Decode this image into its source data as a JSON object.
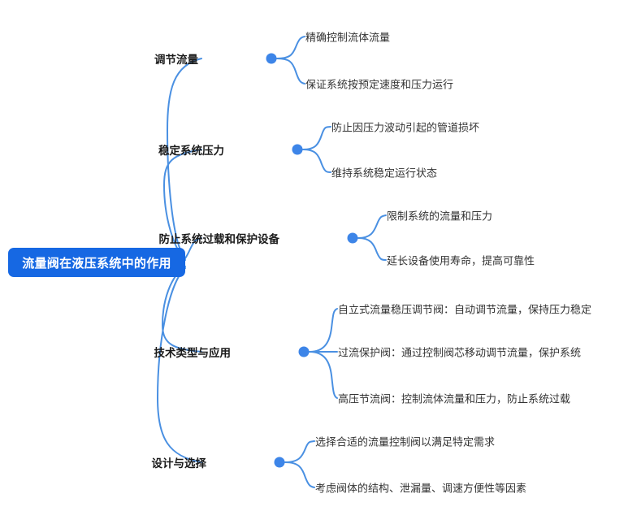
{
  "colors": {
    "root_fill": "#1668e3",
    "root_text": "#ffffff",
    "connector": "#4a90e2",
    "dot": "#3d85e8",
    "branch_text": "#1a1a1a",
    "leaf_text": "#333333",
    "background": "#ffffff"
  },
  "mindmap": {
    "root": {
      "label": "流量阀在液压系统中的作用"
    },
    "branches": [
      {
        "label": "调节流量",
        "children": [
          {
            "label": "精确控制流体流量"
          },
          {
            "label": "保证系统按预定速度和压力运行"
          }
        ]
      },
      {
        "label": "稳定系统压力",
        "children": [
          {
            "label": "防止因压力波动引起的管道损坏"
          },
          {
            "label": "维持系统稳定运行状态"
          }
        ]
      },
      {
        "label": "防止系统过载和保护设备",
        "children": [
          {
            "label": "限制系统的流量和压力"
          },
          {
            "label": "延长设备使用寿命，提高可靠性"
          }
        ]
      },
      {
        "label": "技术类型与应用",
        "children": [
          {
            "label": "自立式流量稳压调节阀：自动调节流量，保持压力稳定"
          },
          {
            "label": "过流保护阀：通过控制阀芯移动调节流量，保护系统"
          },
          {
            "label": "高压节流阀：控制流体流量和压力，防止系统过载"
          }
        ]
      },
      {
        "label": "设计与选择",
        "children": [
          {
            "label": "选择合适的流量控制阀以满足特定需求"
          },
          {
            "label": "考虑阀体的结构、泄漏量、调速方便性等因素"
          }
        ]
      }
    ]
  }
}
